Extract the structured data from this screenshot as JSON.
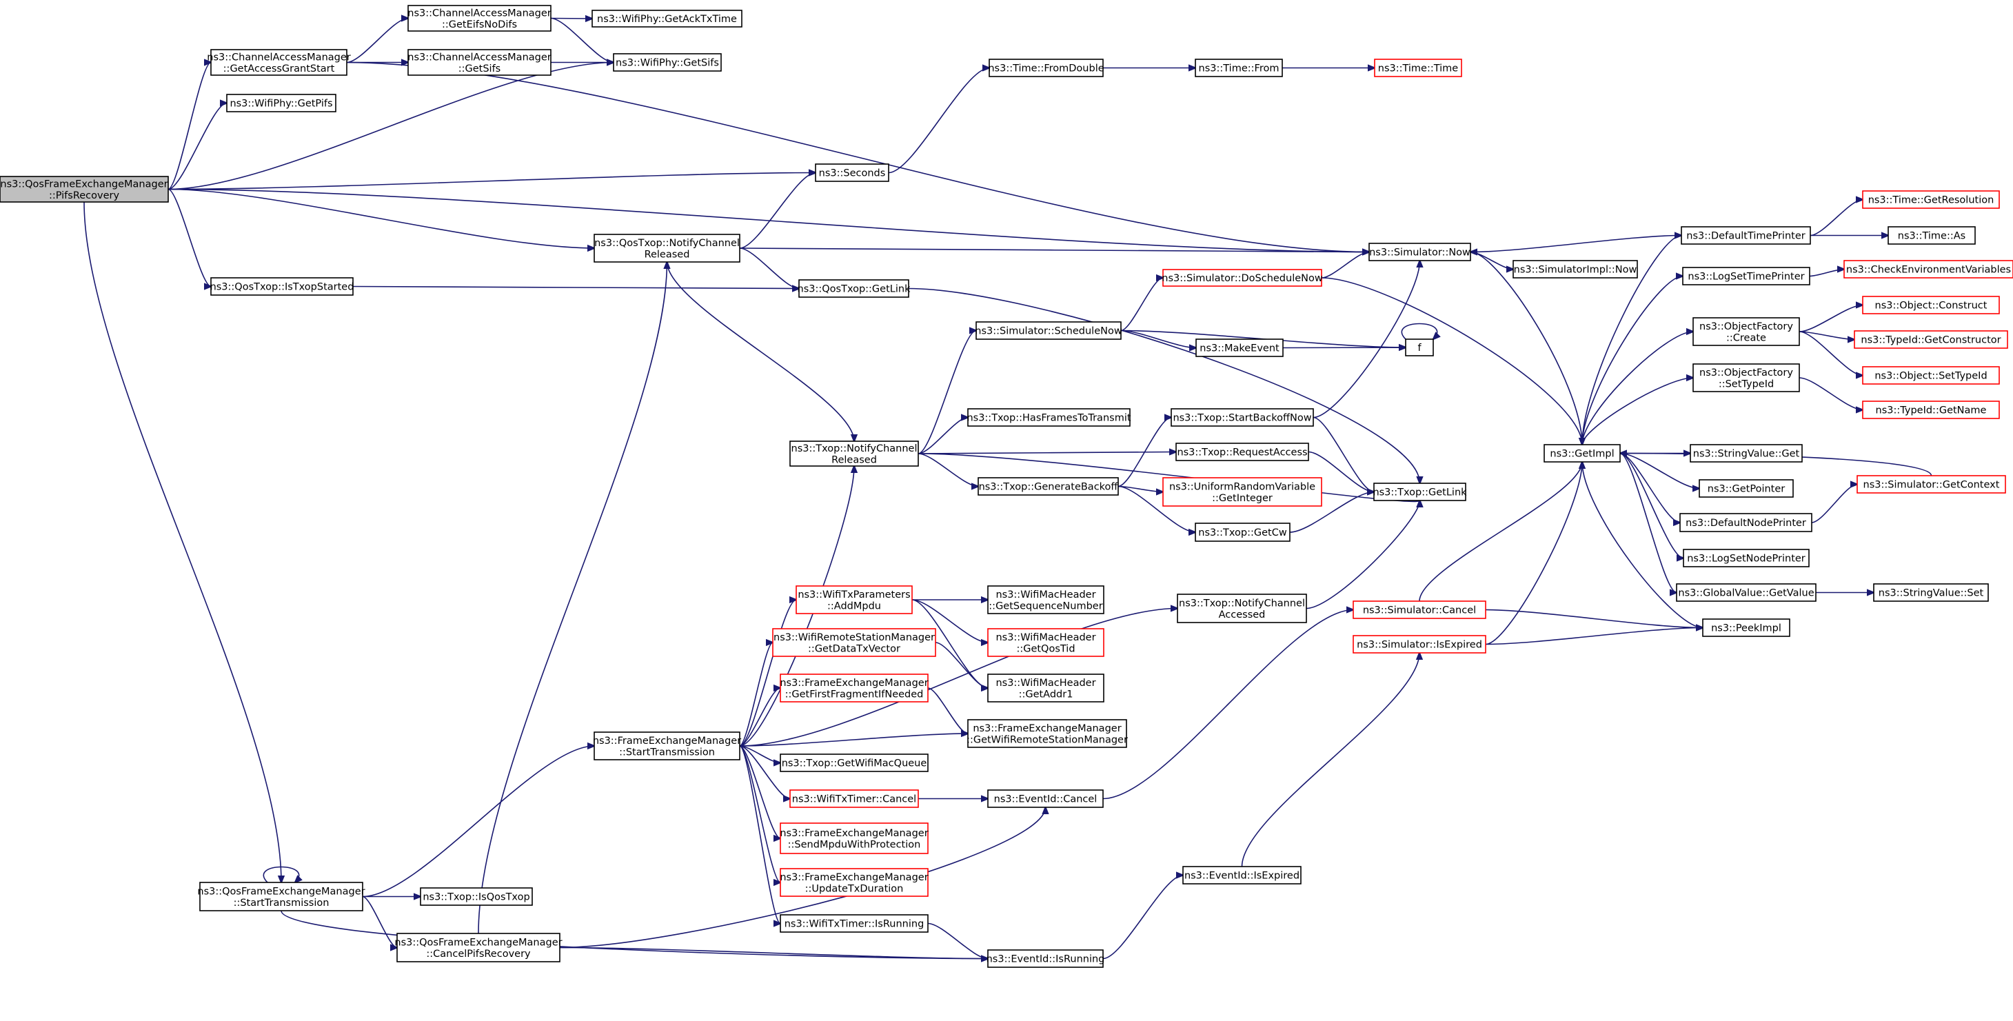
{
  "colors": {
    "edge": "#191970",
    "normal_border": "#000000",
    "truncated_border": "#ff0000",
    "root_fill": "#bfbfbf"
  },
  "nodes": {
    "n_root": {
      "lines": [
        "ns3::QosFrameExchangeManager",
        "::PifsRecovery"
      ],
      "style": "root"
    },
    "n_getAccessGrantStart": {
      "lines": [
        "ns3::ChannelAccessManager",
        "::GetAccessGrantStart"
      ],
      "style": "normal"
    },
    "n_getEifsNoDifs": {
      "lines": [
        "ns3::ChannelAccessManager",
        "::GetEifsNoDifs"
      ],
      "style": "normal"
    },
    "n_getSifsCam": {
      "lines": [
        "ns3::ChannelAccessManager",
        "::GetSifs"
      ],
      "style": "normal"
    },
    "n_getAckTxTime": {
      "lines": [
        "ns3::WifiPhy::GetAckTxTime"
      ],
      "style": "normal"
    },
    "n_phyGetSifs": {
      "lines": [
        "ns3::WifiPhy::GetSifs"
      ],
      "style": "normal"
    },
    "n_getPifs": {
      "lines": [
        "ns3::WifiPhy::GetPifs"
      ],
      "style": "normal"
    },
    "n_seconds": {
      "lines": [
        "ns3::Seconds"
      ],
      "style": "normal"
    },
    "n_fromDouble": {
      "lines": [
        "ns3::Time::FromDouble"
      ],
      "style": "normal"
    },
    "n_from": {
      "lines": [
        "ns3::Time::From"
      ],
      "style": "normal"
    },
    "n_time": {
      "lines": [
        "ns3::Time::Time"
      ],
      "style": "trunc"
    },
    "n_qosNotifyReleased": {
      "lines": [
        "ns3::QosTxop::NotifyChannel",
        "Released"
      ],
      "style": "normal"
    },
    "n_isTxopStarted": {
      "lines": [
        "ns3::QosTxop::IsTxopStarted"
      ],
      "style": "normal"
    },
    "n_qosGetLink": {
      "lines": [
        "ns3::QosTxop::GetLink"
      ],
      "style": "normal"
    },
    "n_simNow": {
      "lines": [
        "ns3::Simulator::Now"
      ],
      "style": "normal"
    },
    "n_simImplNow": {
      "lines": [
        "ns3::SimulatorImpl::Now"
      ],
      "style": "normal"
    },
    "n_doScheduleNow": {
      "lines": [
        "ns3::Simulator::DoScheduleNow"
      ],
      "style": "trunc"
    },
    "n_scheduleNow": {
      "lines": [
        "ns3::Simulator::ScheduleNow"
      ],
      "style": "normal"
    },
    "n_makeEvent": {
      "lines": [
        "ns3::MakeEvent"
      ],
      "style": "normal"
    },
    "n_f": {
      "lines": [
        "f"
      ],
      "style": "normal"
    },
    "n_txopNotifyReleased": {
      "lines": [
        "ns3::Txop::NotifyChannel",
        "Released"
      ],
      "style": "normal"
    },
    "n_hasFrames": {
      "lines": [
        "ns3::Txop::HasFramesToTransmit"
      ],
      "style": "normal"
    },
    "n_startBackoffNow": {
      "lines": [
        "ns3::Txop::StartBackoffNow"
      ],
      "style": "normal"
    },
    "n_requestAccess": {
      "lines": [
        "ns3::Txop::RequestAccess"
      ],
      "style": "normal"
    },
    "n_generateBackoff": {
      "lines": [
        "ns3::Txop::GenerateBackoff"
      ],
      "style": "normal"
    },
    "n_uniformGetInteger": {
      "lines": [
        "ns3::UniformRandomVariable",
        "::GetInteger"
      ],
      "style": "trunc"
    },
    "n_getCw": {
      "lines": [
        "ns3::Txop::GetCw"
      ],
      "style": "normal"
    },
    "n_txopGetLink": {
      "lines": [
        "ns3::Txop::GetLink"
      ],
      "style": "normal"
    },
    "n_txopNotifyAccessed": {
      "lines": [
        "ns3::Txop::NotifyChannel",
        "Accessed"
      ],
      "style": "normal"
    },
    "n_addMpdu": {
      "lines": [
        "ns3::WifiTxParameters",
        "::AddMpdu"
      ],
      "style": "trunc"
    },
    "n_getSeqNum": {
      "lines": [
        "ns3::WifiMacHeader",
        "::GetSequenceNumber"
      ],
      "style": "normal"
    },
    "n_getQosTid": {
      "lines": [
        "ns3::WifiMacHeader",
        "::GetQosTid"
      ],
      "style": "trunc"
    },
    "n_getDataTxVector": {
      "lines": [
        "ns3::WifiRemoteStationManager",
        "::GetDataTxVector"
      ],
      "style": "trunc"
    },
    "n_getAddr1": {
      "lines": [
        "ns3::WifiMacHeader",
        "::GetAddr1"
      ],
      "style": "normal"
    },
    "n_getFirstFragment": {
      "lines": [
        "ns3::FrameExchangeManager",
        "::GetFirstFragmentIfNeeded"
      ],
      "style": "trunc"
    },
    "n_getWifiRsm": {
      "lines": [
        "ns3::FrameExchangeManager",
        "::GetWifiRemoteStationManager"
      ],
      "style": "normal"
    },
    "n_femStartTx": {
      "lines": [
        "ns3::FrameExchangeManager",
        "::StartTransmission"
      ],
      "style": "normal"
    },
    "n_getWifiMacQueue": {
      "lines": [
        "ns3::Txop::GetWifiMacQueue"
      ],
      "style": "normal"
    },
    "n_txTimerCancel": {
      "lines": [
        "ns3::WifiTxTimer::Cancel"
      ],
      "style": "trunc"
    },
    "n_eventIdCancel": {
      "lines": [
        "ns3::EventId::Cancel"
      ],
      "style": "normal"
    },
    "n_sendMpdu": {
      "lines": [
        "ns3::FrameExchangeManager",
        "::SendMpduWithProtection"
      ],
      "style": "trunc"
    },
    "n_updateTxDuration": {
      "lines": [
        "ns3::FrameExchangeManager",
        "::UpdateTxDuration"
      ],
      "style": "trunc"
    },
    "n_txTimerIsRunning": {
      "lines": [
        "ns3::WifiTxTimer::IsRunning"
      ],
      "style": "normal"
    },
    "n_qosStartTx": {
      "lines": [
        "ns3::QosFrameExchangeManager",
        "::StartTransmission"
      ],
      "style": "normal"
    },
    "n_isQosTxop": {
      "lines": [
        "ns3::Txop::IsQosTxop"
      ],
      "style": "normal"
    },
    "n_cancelPifs": {
      "lines": [
        "ns3::QosFrameExchangeManager",
        "::CancelPifsRecovery"
      ],
      "style": "normal"
    },
    "n_eventIdIsRunning": {
      "lines": [
        "ns3::EventId::IsRunning"
      ],
      "style": "normal"
    },
    "n_eventIdIsExpired": {
      "lines": [
        "ns3::EventId::IsExpired"
      ],
      "style": "normal"
    },
    "n_simCancel": {
      "lines": [
        "ns3::Simulator::Cancel"
      ],
      "style": "trunc"
    },
    "n_simIsExpired": {
      "lines": [
        "ns3::Simulator::IsExpired"
      ],
      "style": "trunc"
    },
    "n_getImpl": {
      "lines": [
        "ns3::GetImpl"
      ],
      "style": "normal"
    },
    "n_defaultTimePrinter": {
      "lines": [
        "ns3::DefaultTimePrinter"
      ],
      "style": "normal"
    },
    "n_getResolution": {
      "lines": [
        "ns3::Time::GetResolution"
      ],
      "style": "trunc"
    },
    "n_timeAs": {
      "lines": [
        "ns3::Time::As"
      ],
      "style": "normal"
    },
    "n_logSetTimePrinter": {
      "lines": [
        "ns3::LogSetTimePrinter"
      ],
      "style": "normal"
    },
    "n_checkEnv": {
      "lines": [
        "ns3::CheckEnvironmentVariables"
      ],
      "style": "trunc"
    },
    "n_ofCreate": {
      "lines": [
        "ns3::ObjectFactory",
        "::Create"
      ],
      "style": "normal"
    },
    "n_objConstruct": {
      "lines": [
        "ns3::Object::Construct"
      ],
      "style": "trunc"
    },
    "n_getConstructor": {
      "lines": [
        "ns3::TypeId::GetConstructor"
      ],
      "style": "trunc"
    },
    "n_objSetTypeId": {
      "lines": [
        "ns3::Object::SetTypeId"
      ],
      "style": "trunc"
    },
    "n_ofSetTypeId": {
      "lines": [
        "ns3::ObjectFactory",
        "::SetTypeId"
      ],
      "style": "normal"
    },
    "n_typeIdGetName": {
      "lines": [
        "ns3::TypeId::GetName"
      ],
      "style": "trunc"
    },
    "n_stringValueGet": {
      "lines": [
        "ns3::StringValue::Get"
      ],
      "style": "normal"
    },
    "n_getPointer": {
      "lines": [
        "ns3::GetPointer"
      ],
      "style": "normal"
    },
    "n_simGetContext": {
      "lines": [
        "ns3::Simulator::GetContext"
      ],
      "style": "trunc"
    },
    "n_defaultNodePrinter": {
      "lines": [
        "ns3::DefaultNodePrinter"
      ],
      "style": "normal"
    },
    "n_logSetNodePrinter": {
      "lines": [
        "ns3::LogSetNodePrinter"
      ],
      "style": "normal"
    },
    "n_globalValueGetValue": {
      "lines": [
        "ns3::GlobalValue::GetValue"
      ],
      "style": "normal"
    },
    "n_stringValueSet": {
      "lines": [
        "ns3::StringValue::Set"
      ],
      "style": "normal"
    },
    "n_peekImpl": {
      "lines": [
        "ns3::PeekImpl"
      ],
      "style": "normal"
    }
  }
}
